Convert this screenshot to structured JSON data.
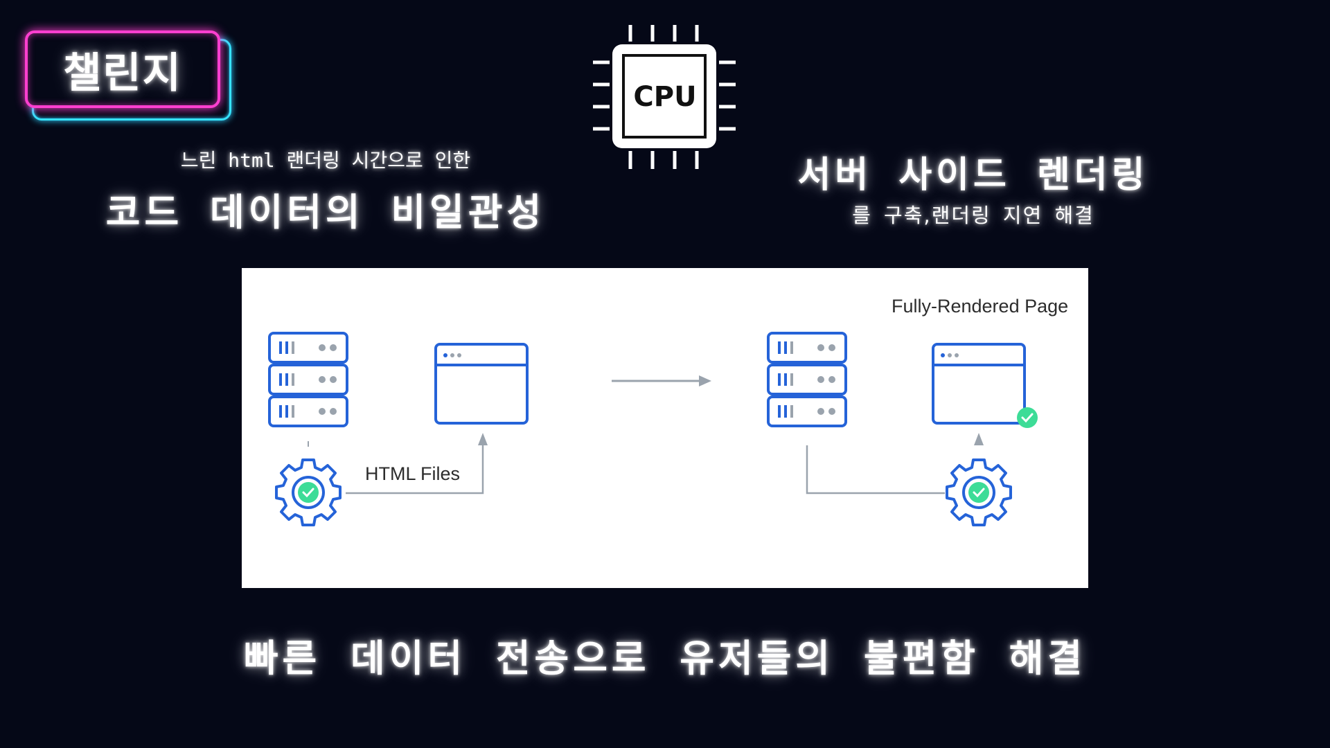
{
  "badge": {
    "label": "챌린지"
  },
  "cpu": {
    "label": "CPU",
    "icon": "cpu-chip-icon"
  },
  "left": {
    "subtitle": "느린 html 랜더링 시간으로 인한",
    "title": "코드 데이터의 비일관성"
  },
  "right": {
    "title": "서버 사이드 렌더링",
    "subtitle": "를 구축,랜더링 지연 해결"
  },
  "diagram": {
    "fully_rendered_label": "Fully-Rendered Page",
    "html_files_label": "HTML Files",
    "icons": [
      "server-icon",
      "browser-window-icon",
      "gear-check-icon",
      "arrow-right-icon",
      "check-badge-icon"
    ]
  },
  "bottom": {
    "caption": "빠른 데이터 전송으로 유저들의 불편함 해결"
  },
  "colors": {
    "background": "#050817",
    "badge_pink": "#ff3fd0",
    "badge_cyan": "#35e4ff",
    "diagram_blue": "#2563d8",
    "diagram_green": "#3ddc97",
    "connector_gray": "#9aa3ad"
  }
}
